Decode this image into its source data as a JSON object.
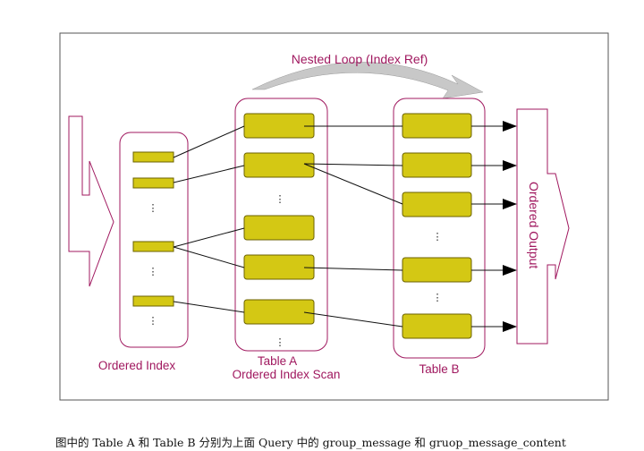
{
  "diagram": {
    "top_label": "Nested Loop (Index Ref)",
    "left_label": "Ordered Index",
    "middle_label_1": "Table  A",
    "middle_label_2": "Ordered Index Scan",
    "right_label": "Table  B",
    "output_label": "Ordered Output",
    "ellipsis": "⋮"
  },
  "caption": "图中的 Table A 和 Table B 分别为上面 Query 中的 group_message 和 gruop_message_content",
  "colors": {
    "accent": "#a0185f",
    "box_fill": "#d4c814",
    "box_stroke": "#6b6200",
    "arrow_fill": "#c8c8c8",
    "frame": "#555555"
  }
}
